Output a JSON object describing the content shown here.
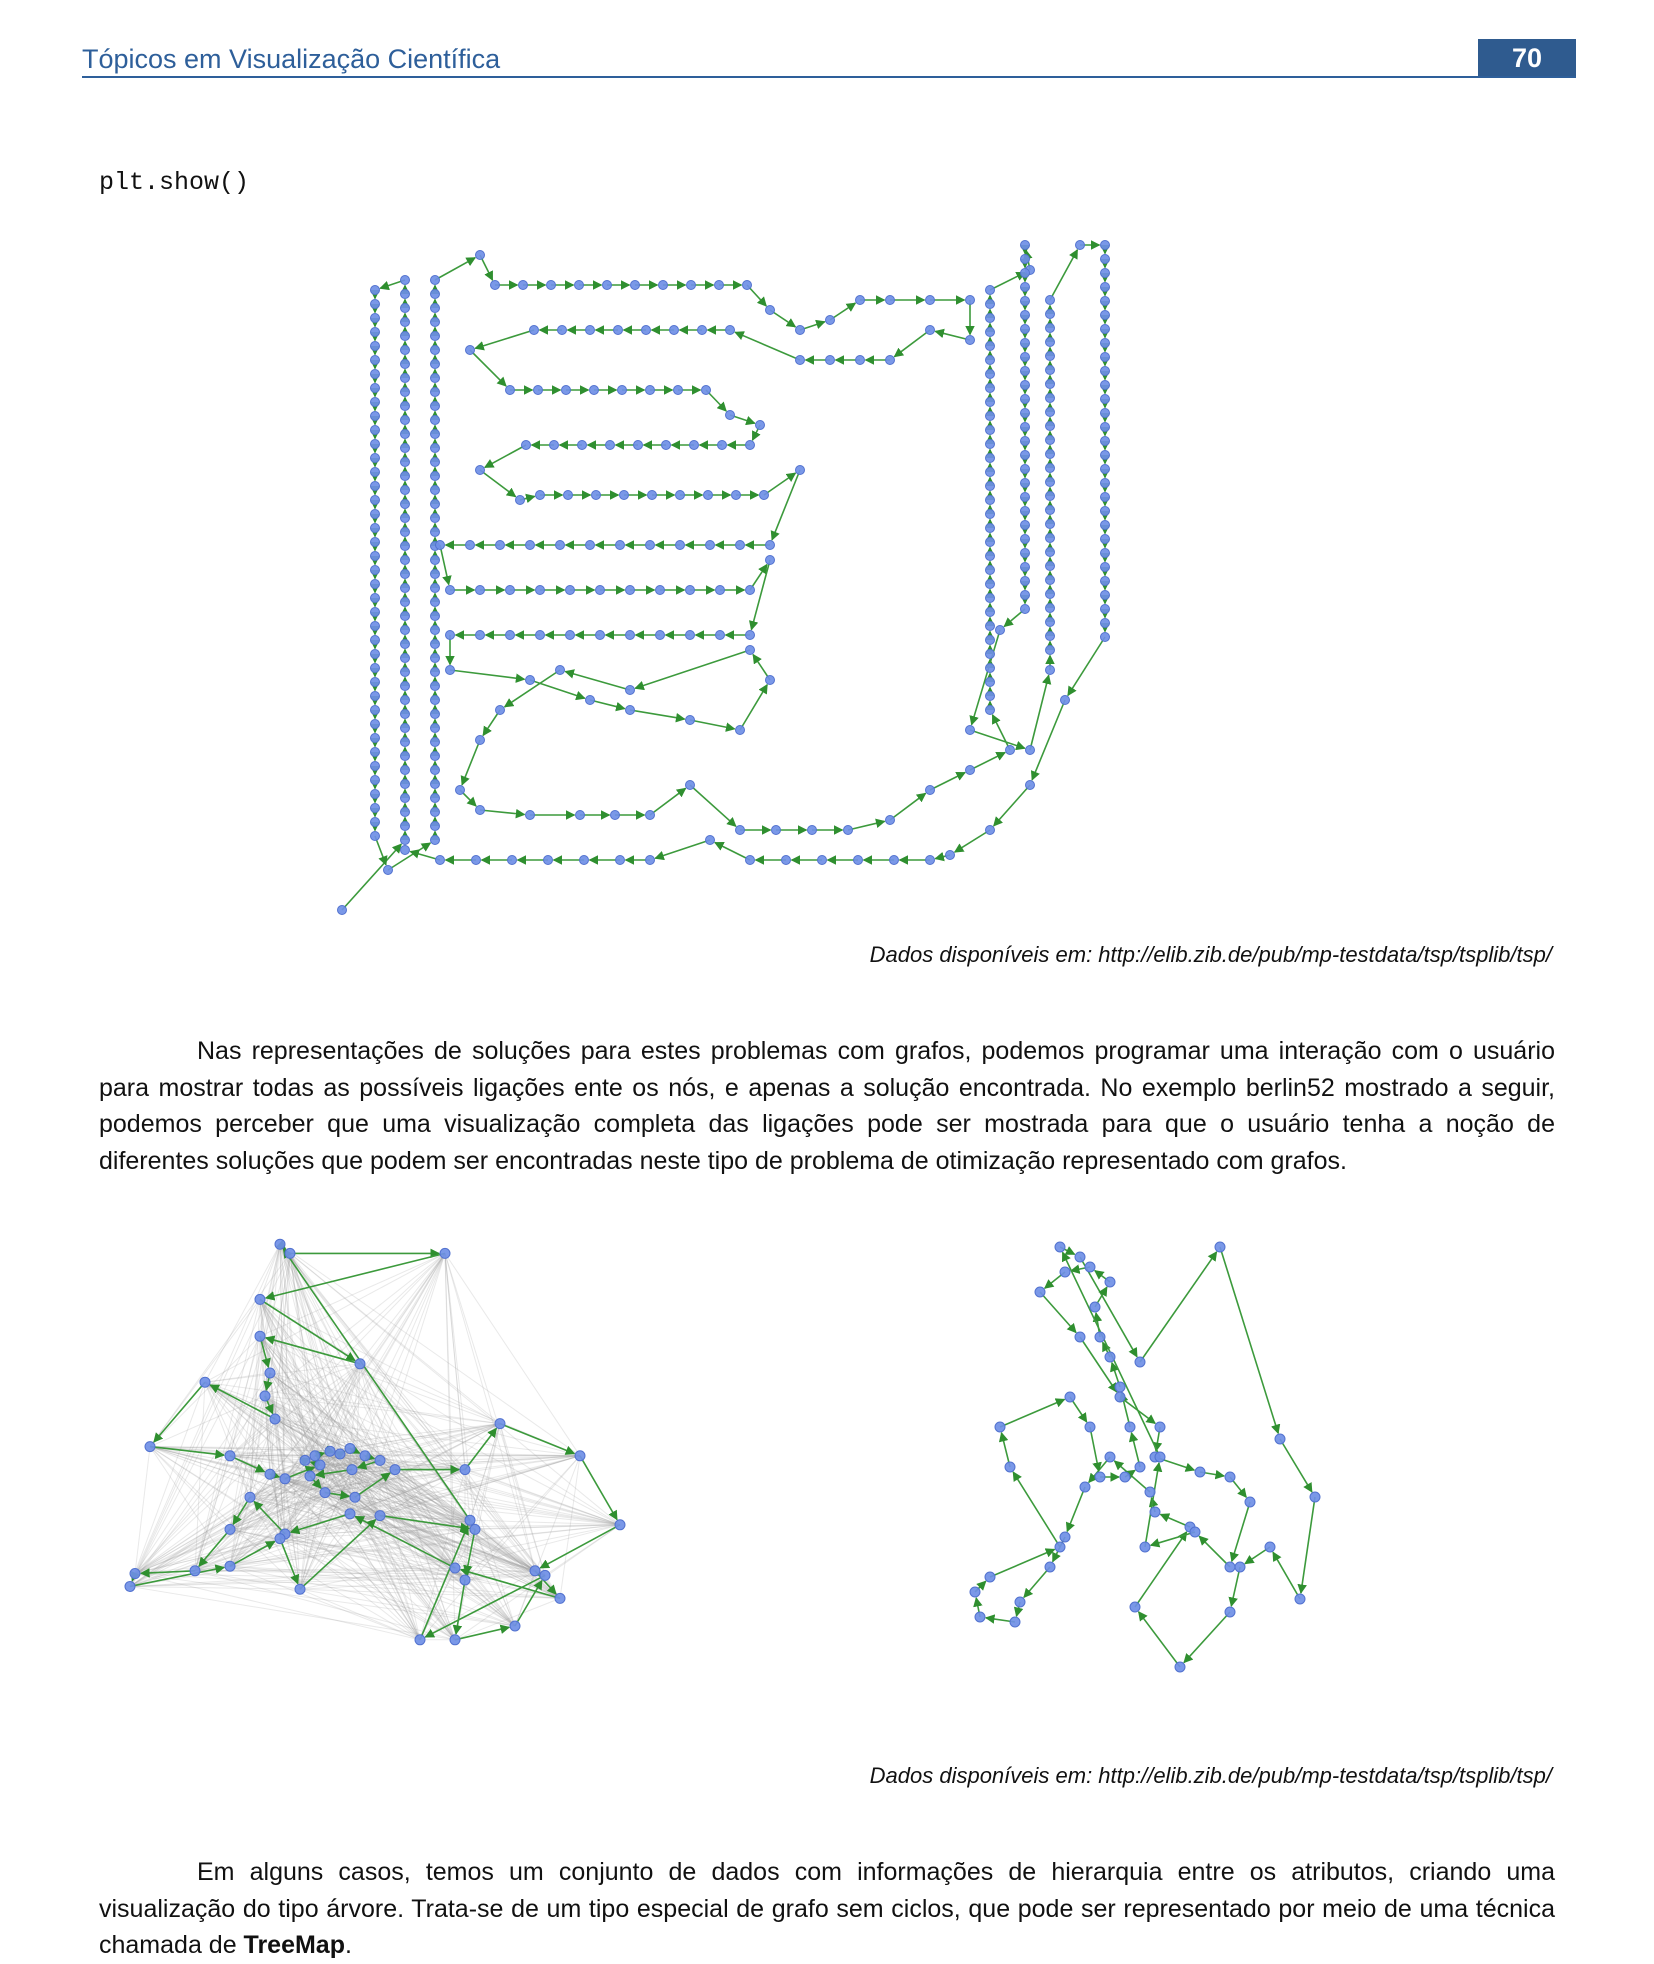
{
  "header": {
    "title": "Tópicos em Visualização Científica",
    "page_number": "70"
  },
  "code": {
    "line": "plt.show()"
  },
  "captions": {
    "first": "Dados disponíveis em: http://elib.zib.de/pub/mp-testdata/tsp/tsplib/tsp/",
    "second": "Dados disponíveis em: http://elib.zib.de/pub/mp-testdata/tsp/tsplib/tsp/"
  },
  "paragraphs": {
    "first": "Nas representações de soluções para estes problemas com grafos, podemos programar uma interação com o usuário para mostrar todas as possíveis ligações ente os nós, e apenas a solução encontrada. No exemplo berlin52 mostrado a seguir, podemos perceber que uma visualização completa das ligações pode ser mostrada para que o usuário tenha a noção de diferentes soluções que podem ser encontradas neste tipo de problema de otimização representado com grafos.",
    "second_before": "Em alguns casos, temos um conjunto de dados com informações de hierarquia entre os atributos, criando uma visualização do tipo árvore. Trata-se de um tipo especial de grafo sem ciclos, que pode ser representado por meio de uma técnica chamada de ",
    "second_bold": "TreeMap",
    "second_after": "."
  },
  "colors": {
    "header_blue": "#2e5f9a",
    "page_box": "#2f5b8f",
    "edge_green": "#3c9a3c",
    "node_blue": "#6f8fe6"
  }
}
